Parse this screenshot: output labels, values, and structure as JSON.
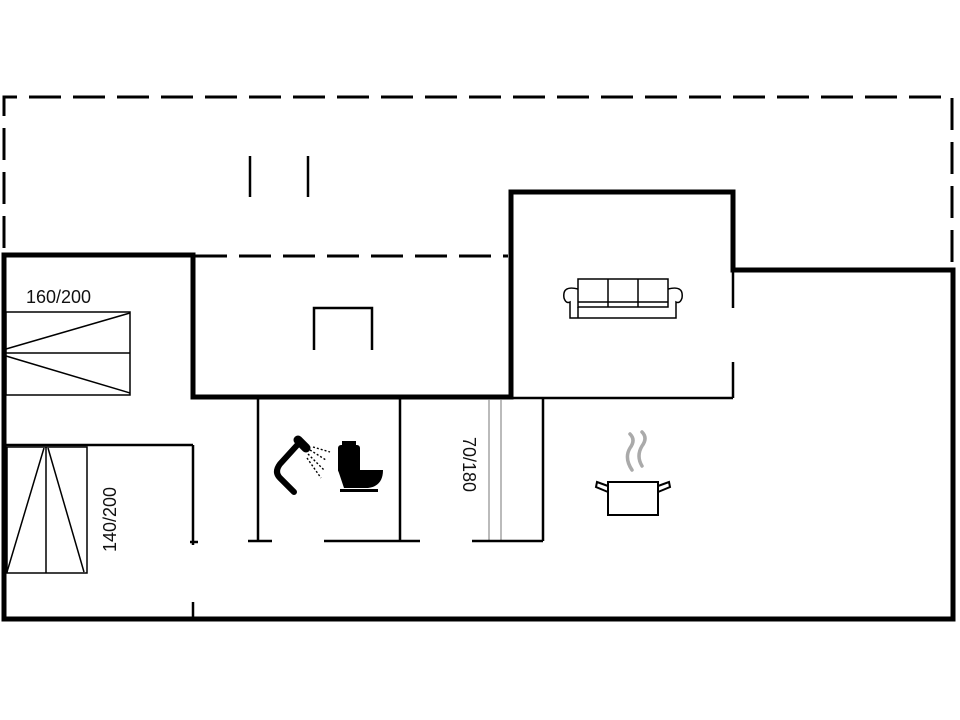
{
  "floorplan": {
    "labels": {
      "bed_master": "160/200",
      "bed_second": "140/200",
      "bed_third": "70/180"
    },
    "rooms": [
      {
        "id": "bedroom-1",
        "fixture": "double-bed",
        "size_label": "160/200"
      },
      {
        "id": "bedroom-2",
        "fixture": "double-bed",
        "size_label": "140/200"
      },
      {
        "id": "utility-room",
        "fixture": "fireplace"
      },
      {
        "id": "bathroom",
        "fixture": "shower-and-toilet"
      },
      {
        "id": "bedroom-3",
        "fixture": "single-bed",
        "size_label": "70/180"
      },
      {
        "id": "living-room",
        "fixture": "sofa"
      },
      {
        "id": "kitchen",
        "fixture": "cooking-pot"
      },
      {
        "id": "terrace",
        "fixture": "dashed-outline"
      }
    ],
    "icons": [
      "bed-icon",
      "fireplace-icon",
      "shower-icon",
      "toilet-icon",
      "sofa-icon",
      "cooking-pot-icon"
    ],
    "colors": {
      "wall": "#000000",
      "background": "#ffffff",
      "steam": "#aaaaaa"
    }
  }
}
